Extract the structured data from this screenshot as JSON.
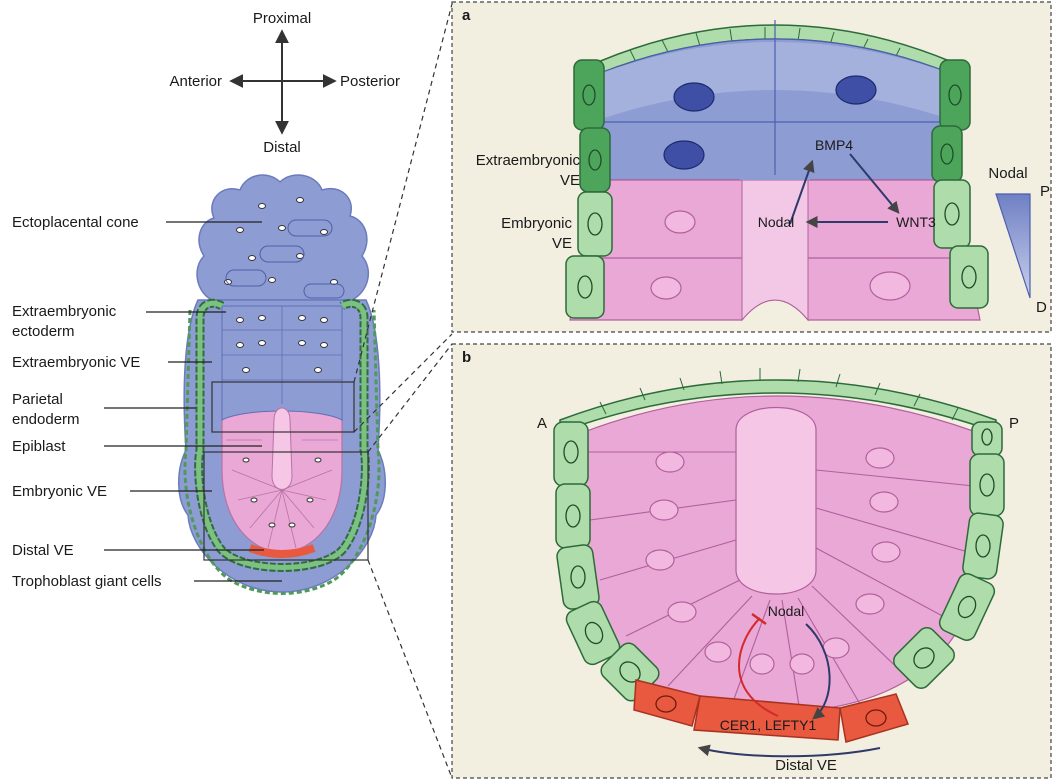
{
  "axes": {
    "proximal": "Proximal",
    "distal": "Distal",
    "anterior": "Anterior",
    "posterior": "Posterior"
  },
  "embryo_labels": {
    "ectoplacental_cone": "Ectoplacental cone",
    "extraembryonic_ectoderm_1": "Extraembryonic",
    "extraembryonic_ectoderm_2": "ectoderm",
    "extraembryonic_ve": "Extraembryonic VE",
    "parietal_endoderm_1": "Parietal",
    "parietal_endoderm_2": "endoderm",
    "epiblast": "Epiblast",
    "embryonic_ve": "Embryonic VE",
    "distal_ve": "Distal VE",
    "trophoblast": "Trophoblast giant cells"
  },
  "panel_a": {
    "letter": "a",
    "extraembryonic_1": "Extraembryonic",
    "extraembryonic_2": "VE",
    "embryonic_1": "Embryonic",
    "embryonic_2": "VE",
    "bmp4": "BMP4",
    "nodal": "Nodal",
    "wnt3": "WNT3",
    "gradient_title": "Nodal",
    "gradient_p": "P",
    "gradient_d": "D"
  },
  "panel_b": {
    "letter": "b",
    "a": "A",
    "p": "P",
    "nodal": "Nodal",
    "cer1": "CER1, LEFTY1",
    "distal_ve": "Distal VE"
  },
  "colors": {
    "panel_bg": "#f2eee0",
    "blue": "#8d9cd3",
    "pink": "#eaa8d6",
    "green": "#aedcaa",
    "red": "#e8593f"
  }
}
